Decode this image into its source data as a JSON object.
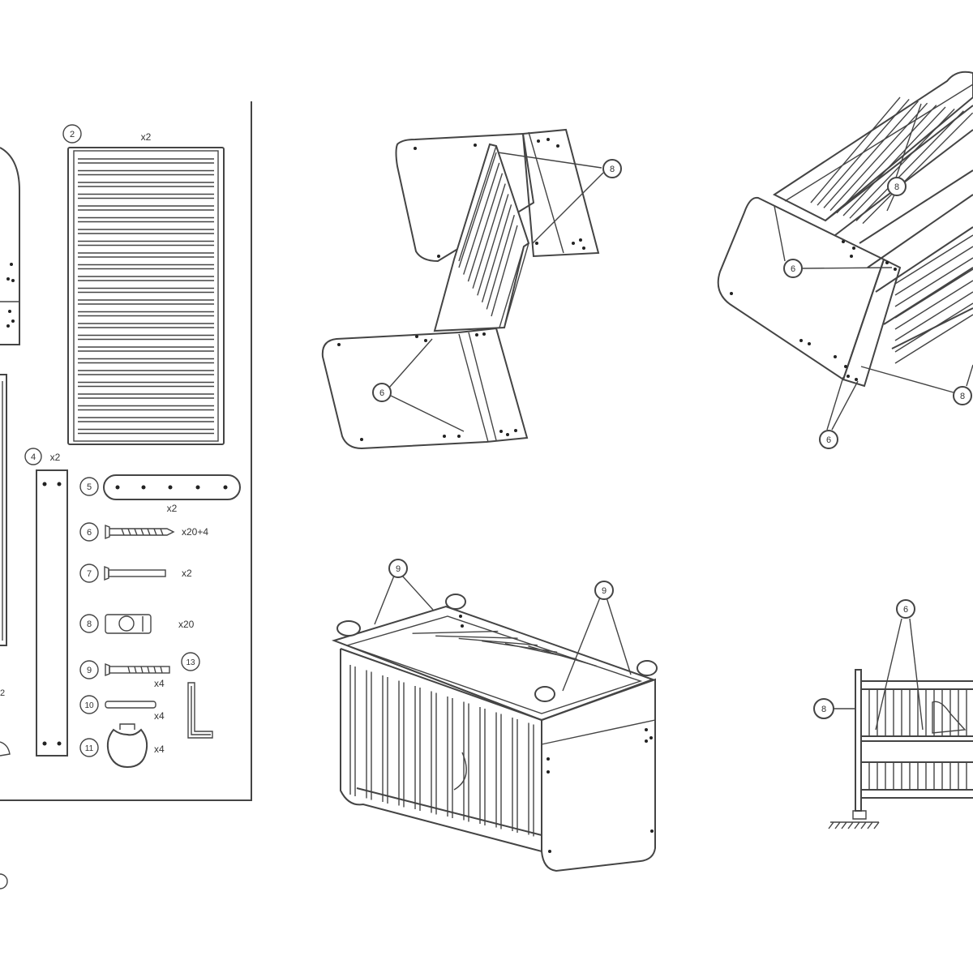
{
  "parts": {
    "p2": {
      "num": "2",
      "qty": "x2"
    },
    "p4": {
      "num": "4",
      "qty": "x2"
    },
    "p5": {
      "num": "5",
      "qty": "x2"
    },
    "p6": {
      "num": "6",
      "qty": "x20+4"
    },
    "p7": {
      "num": "7",
      "qty": "x2"
    },
    "p8": {
      "num": "8",
      "qty": "x20"
    },
    "p9": {
      "num": "9",
      "qty": "x4"
    },
    "p10": {
      "num": "10",
      "qty": "x4"
    },
    "p11": {
      "num": "11",
      "qty": "x4"
    },
    "p13": {
      "num": "13"
    },
    "left_cut": {
      "num": "2"
    }
  },
  "steps": {
    "step1": {
      "c8": "8",
      "c6": "6"
    },
    "step2": {
      "c8a": "8",
      "c6a": "6",
      "c8b": "8",
      "c6b": "6"
    },
    "step3": {
      "c9a": "9",
      "c9b": "9"
    },
    "step4": {
      "c6": "6",
      "c8": "8"
    }
  }
}
